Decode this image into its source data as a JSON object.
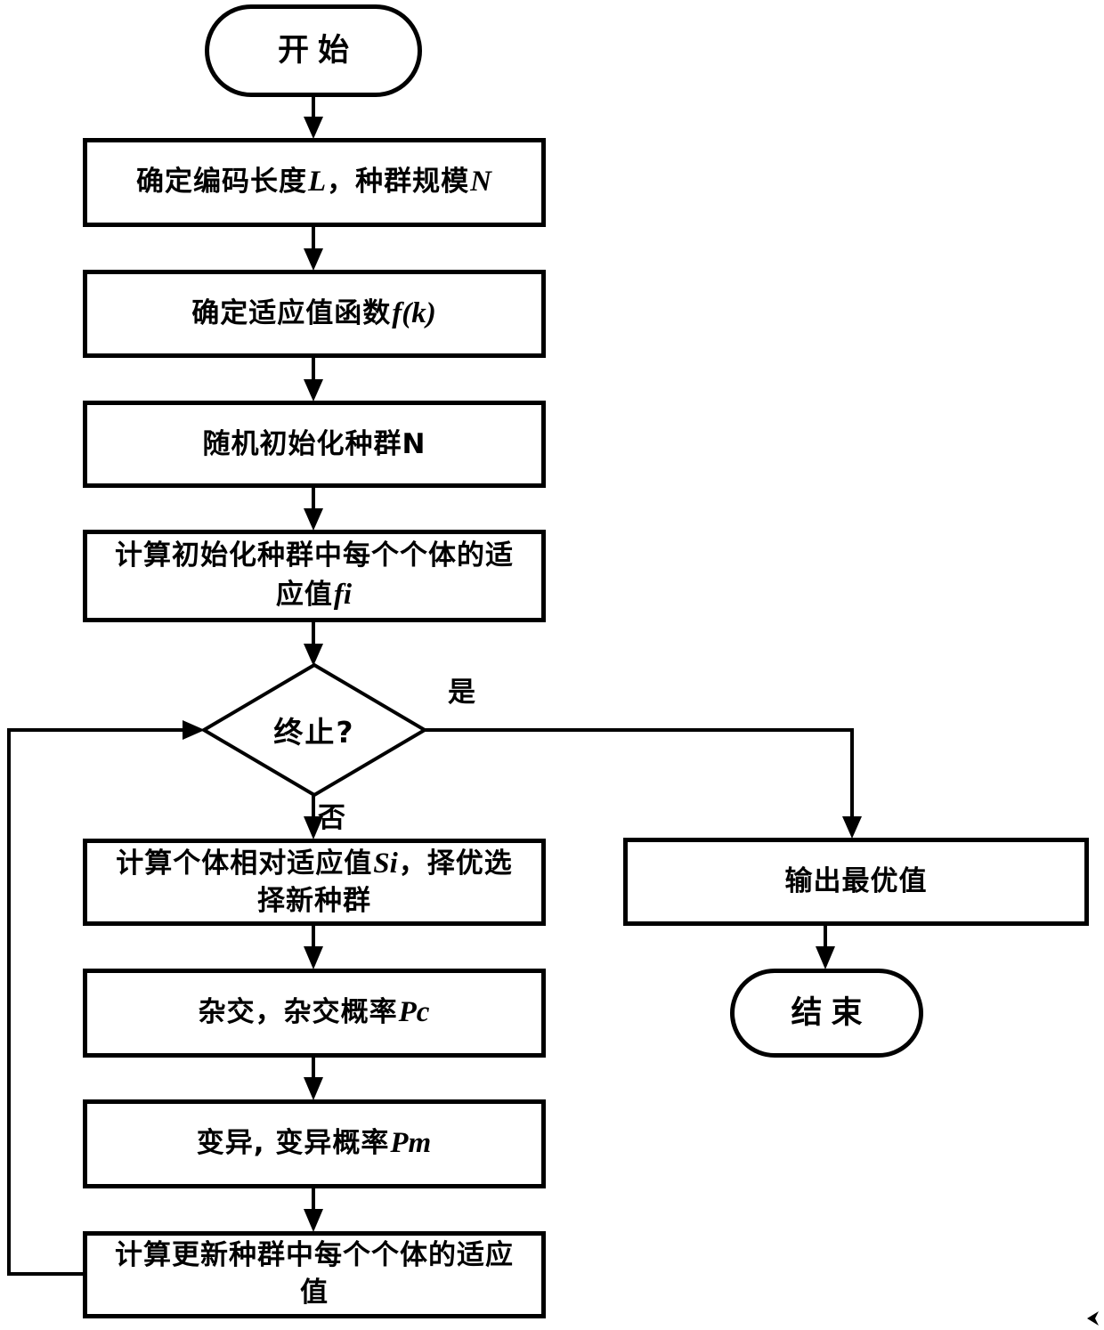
{
  "colors": {
    "ink": "#000000",
    "background": "#ffffff"
  },
  "nodes": {
    "start": {
      "label": "开始"
    },
    "step1": {
      "parts": [
        "确定编码长度",
        "L",
        "，种群规模",
        "N"
      ]
    },
    "step2": {
      "parts": [
        "确定适应值函数",
        "f(k)"
      ]
    },
    "step3": {
      "label": "随机初始化种群N"
    },
    "step4": {
      "line1": "计算初始化种群中每个个体的适",
      "line2_text": "应值",
      "line2_var": "fi"
    },
    "decision": {
      "label": "终止?"
    },
    "step5": {
      "line1_a": "计算个体相对适应值",
      "line1_var": "Si",
      "line1_b": "，择优选",
      "line2": "择新种群"
    },
    "step6": {
      "parts": [
        "杂交，杂交概率",
        "Pc"
      ]
    },
    "step7": {
      "parts": [
        "变异, 变异概率",
        "Pm"
      ]
    },
    "step8": {
      "line1": "计算更新种群中每个个体的适应",
      "line2": "值"
    },
    "output": {
      "label": "输出最优值"
    },
    "end": {
      "label": "结束"
    }
  },
  "edges": {
    "yes_label": "是",
    "no_label": "否"
  }
}
